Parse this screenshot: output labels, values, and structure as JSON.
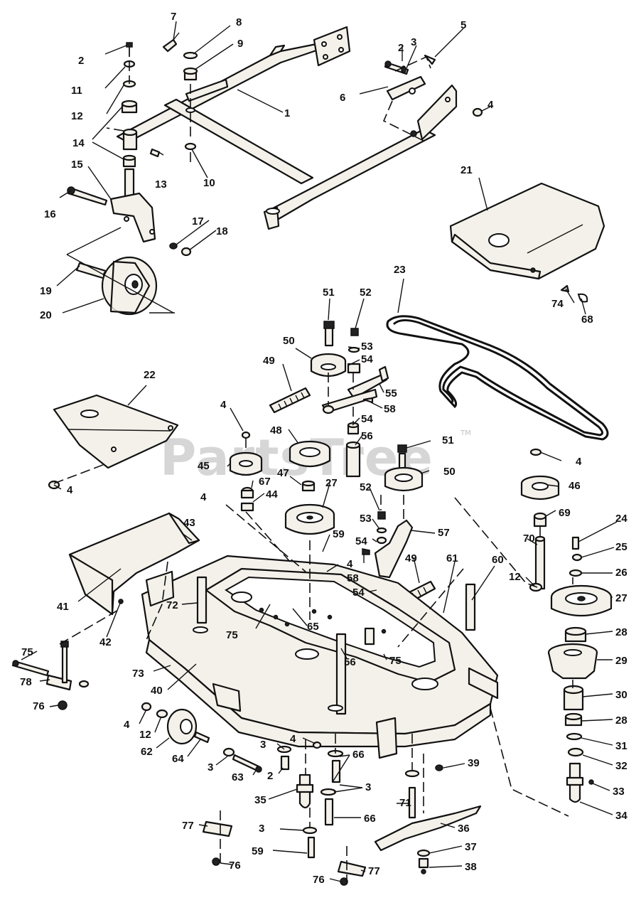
{
  "watermark": {
    "text": "PartsTree",
    "tm": "TM"
  },
  "callouts": {
    "c1": "1",
    "c2": "2",
    "c3": "3",
    "c4": "4",
    "c5": "5",
    "c6": "6",
    "c7": "7",
    "c8": "8",
    "c9": "9",
    "c10": "10",
    "c11": "11",
    "c12": "12",
    "c13": "13",
    "c14": "14",
    "c15": "15",
    "c16": "16",
    "c17": "17",
    "c18": "18",
    "c19": "19",
    "c20": "20",
    "c21": "21",
    "c22": "22",
    "c23": "23",
    "c24": "24",
    "c25": "25",
    "c26": "26",
    "c27": "27",
    "c28": "28",
    "c29": "29",
    "c30": "30",
    "c31": "31",
    "c32": "32",
    "c33": "33",
    "c34": "34",
    "c35": "35",
    "c36": "36",
    "c37": "37",
    "c38": "38",
    "c39": "39",
    "c40": "40",
    "c41": "41",
    "c42": "42",
    "c43": "43",
    "c44": "44",
    "c45": "45",
    "c46": "46",
    "c47": "47",
    "c48": "48",
    "c49": "49",
    "c50": "50",
    "c51": "51",
    "c52": "52",
    "c53": "53",
    "c54": "54",
    "c55": "55",
    "c56": "56",
    "c57": "57",
    "c58": "58",
    "c59": "59",
    "c60": "60",
    "c61": "61",
    "c62": "62",
    "c63": "63",
    "c64": "64",
    "c65": "65",
    "c66": "66",
    "c67": "67",
    "c68": "68",
    "c69": "69",
    "c70": "70",
    "c71": "71",
    "c72": "72",
    "c73": "73",
    "c74": "74",
    "c75": "75",
    "c76": "76",
    "c77": "77",
    "c78": "78"
  }
}
